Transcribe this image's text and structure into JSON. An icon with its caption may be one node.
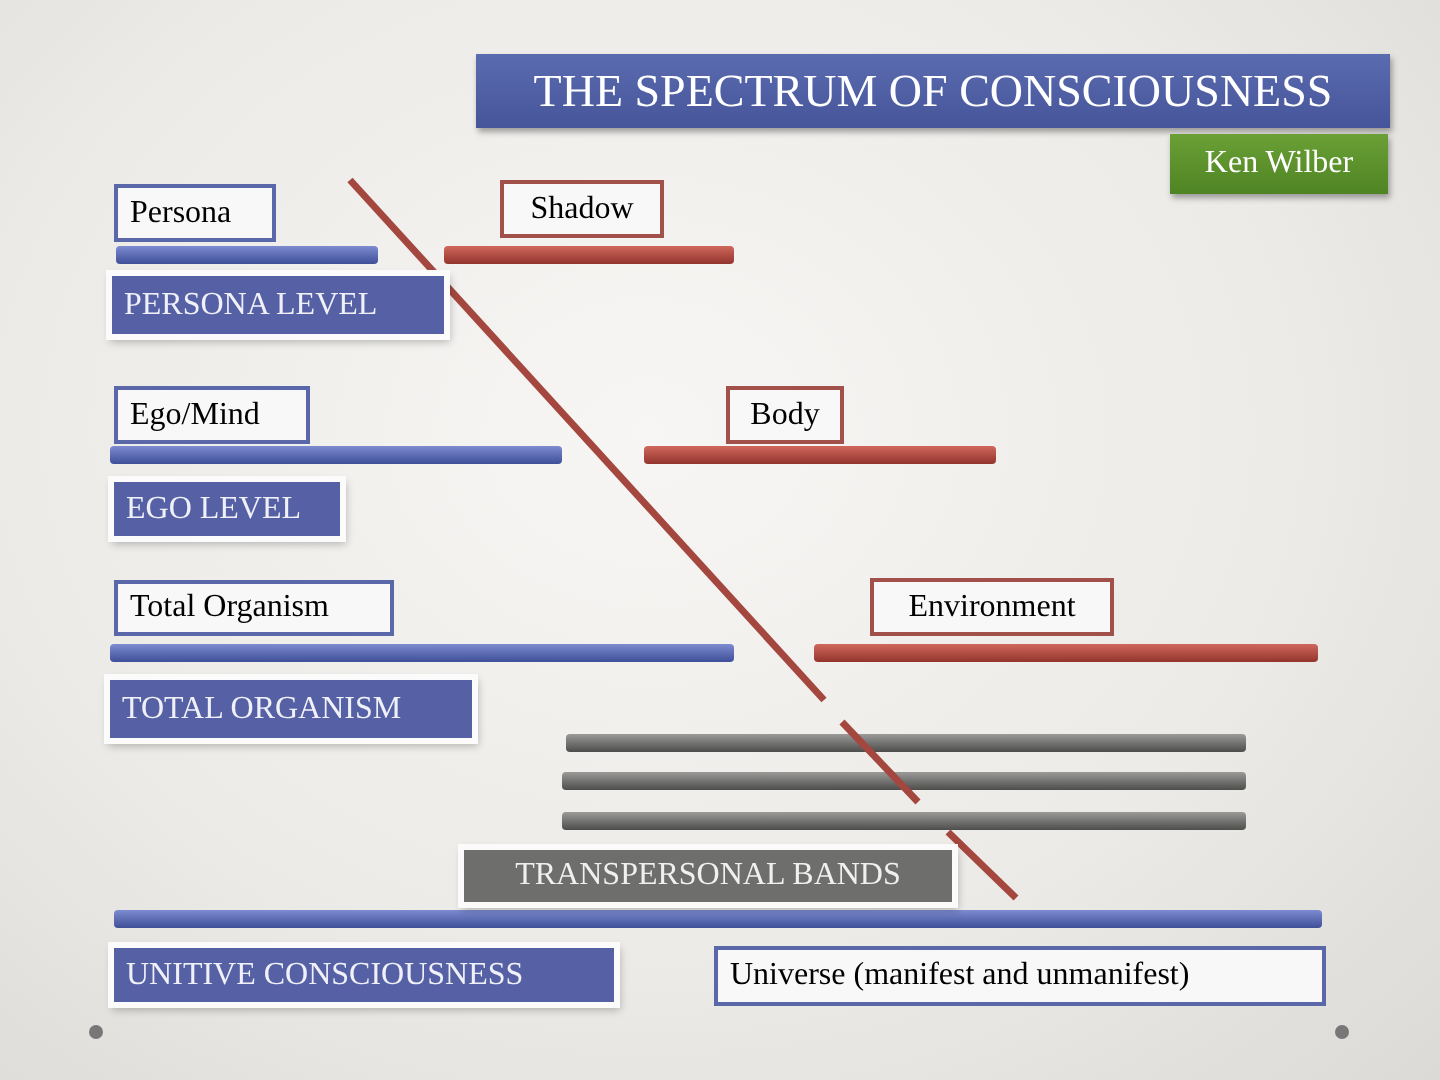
{
  "diagram": {
    "title": "THE SPECTRUM OF CONSCIOUSNESS",
    "nodes": [
      {
        "text": [
          "Ken Wilber"
        ]
      },
      {
        "text": [
          "Persona"
        ]
      },
      {
        "text": [
          "Shadow"
        ]
      },
      {
        "text": [
          "PERSONA LEVEL"
        ]
      },
      {
        "text": [
          "Ego/Mind"
        ]
      },
      {
        "text": [
          "Body"
        ]
      },
      {
        "text": [
          "EGO LEVEL"
        ]
      },
      {
        "text": [
          "Total Organism"
        ]
      },
      {
        "text": [
          "Environment"
        ]
      },
      {
        "text": [
          "TOTAL ORGANISM"
        ]
      },
      {
        "text": [
          "TRANSPERSONAL BANDS"
        ]
      },
      {
        "text": [
          "UNITIVE CONSCIOUSNESS"
        ]
      },
      {
        "text": [
          "Universe (manifest and unmanifest)"
        ]
      }
    ]
  }
}
